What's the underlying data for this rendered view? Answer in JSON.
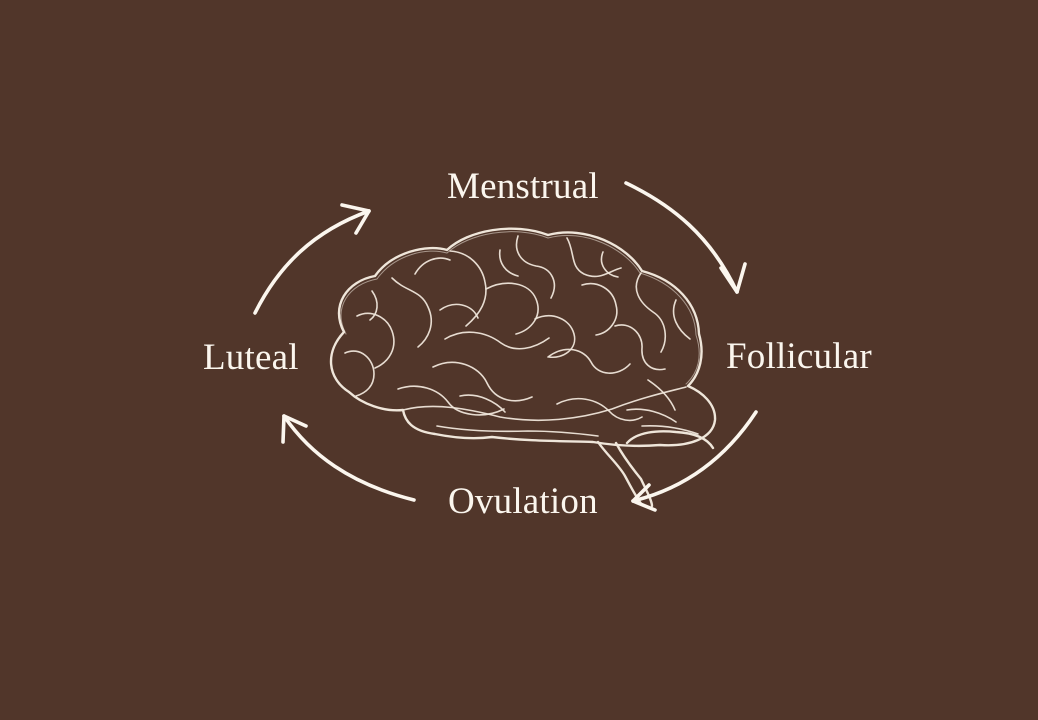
{
  "colors": {
    "background": "#51362a",
    "foreground": "#fbf6ee"
  },
  "illustration": {
    "icon": "brain-icon"
  },
  "phases": {
    "menstrual": "Menstrual",
    "follicular": "Follicular",
    "ovulation": "Ovulation",
    "luteal": "Luteal"
  }
}
